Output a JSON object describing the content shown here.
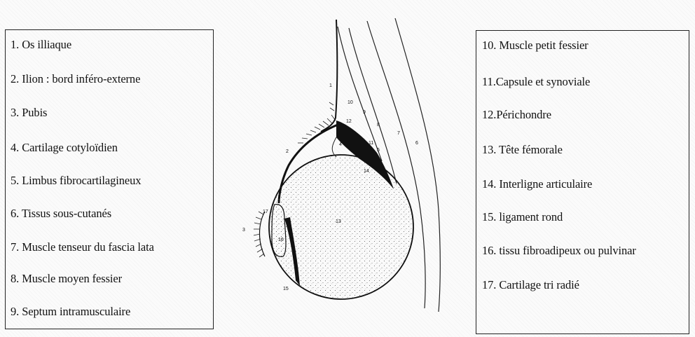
{
  "legend_left": [
    "1. Os illiaque",
    "2. Ilion : bord inféro-externe",
    "3. Pubis",
    "4. Cartilage cotyloïdien",
    "5. Limbus fibrocartilagineux",
    "6. Tissus sous-cutanés",
    "7. Muscle tenseur du fascia lata",
    "8. Muscle moyen fessier",
    "9. Septum intramusculaire"
  ],
  "legend_right": [
    "10. Muscle petit fessier",
    "11.Capsule et synoviale",
    "12.Périchondre",
    "13. Tête fémorale",
    "14. Interligne articulaire",
    "15. ligament rond",
    "16. tissu fibroadipeux ou pulvinar",
    "17. Cartilage tri radié"
  ],
  "diagram_labels": {
    "n1": "1",
    "n2": "2",
    "n3": "3",
    "n4": "4",
    "n5": "5",
    "n6": "6",
    "n7": "7",
    "n8": "8",
    "n9": "9",
    "n10": "10",
    "n11": "11",
    "n12": "12",
    "n13": "13",
    "n14": "14",
    "n15": "15",
    "n16": "16",
    "n17": "17"
  }
}
